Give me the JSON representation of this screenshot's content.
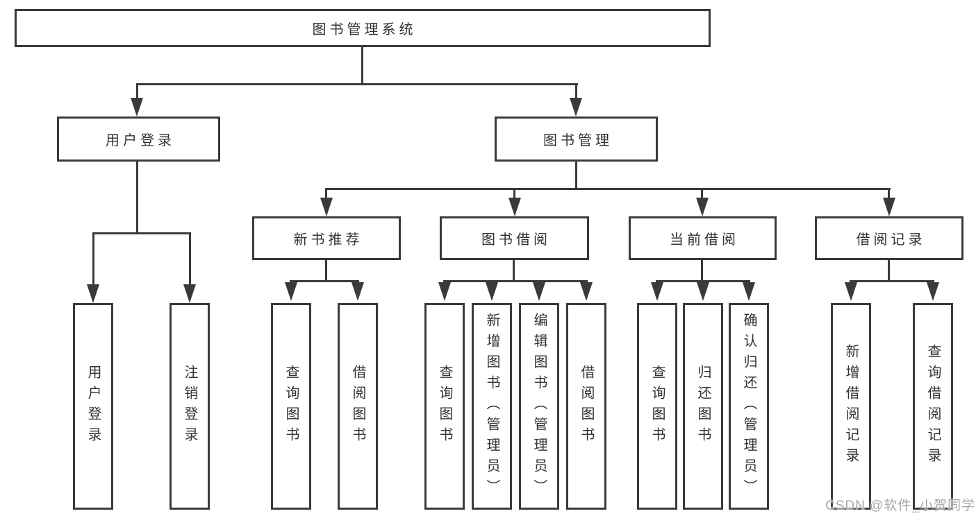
{
  "diagram_title": "图书管理系统",
  "colors": {
    "line": "#3a3a3a",
    "text": "#333333",
    "watermark": "#a6a6a6",
    "background": "#ffffff"
  },
  "nodes": {
    "root": {
      "label": "图书管理系统"
    },
    "user_login": {
      "label": "用户登录"
    },
    "book_mgmt": {
      "label": "图书管理"
    },
    "new_books": {
      "label": "新书推荐"
    },
    "book_borrow": {
      "label": "图书借阅"
    },
    "current_borrow": {
      "label": "当前借阅"
    },
    "borrow_records": {
      "label": "借阅记录"
    },
    "leaf_login": {
      "label": "用户登录"
    },
    "leaf_logout": {
      "label": "注销登录"
    },
    "leaf_nb_query": {
      "label": "查询图书"
    },
    "leaf_nb_borrow": {
      "label": "借阅图书"
    },
    "leaf_bb_query": {
      "label": "查询图书"
    },
    "leaf_bb_add": {
      "label": "新增图书（管理员）"
    },
    "leaf_bb_edit": {
      "label": "编辑图书（管理员）"
    },
    "leaf_bb_borrow": {
      "label": "借阅图书"
    },
    "leaf_cb_query": {
      "label": "查询图书"
    },
    "leaf_cb_return": {
      "label": "归还图书"
    },
    "leaf_cb_confirm": {
      "label": "确认归还（管理员）"
    },
    "leaf_br_add": {
      "label": "新增借阅记录"
    },
    "leaf_br_query": {
      "label": "查询借阅记录"
    }
  },
  "watermark": {
    "text": "CSDN @软件_小贺同学"
  }
}
